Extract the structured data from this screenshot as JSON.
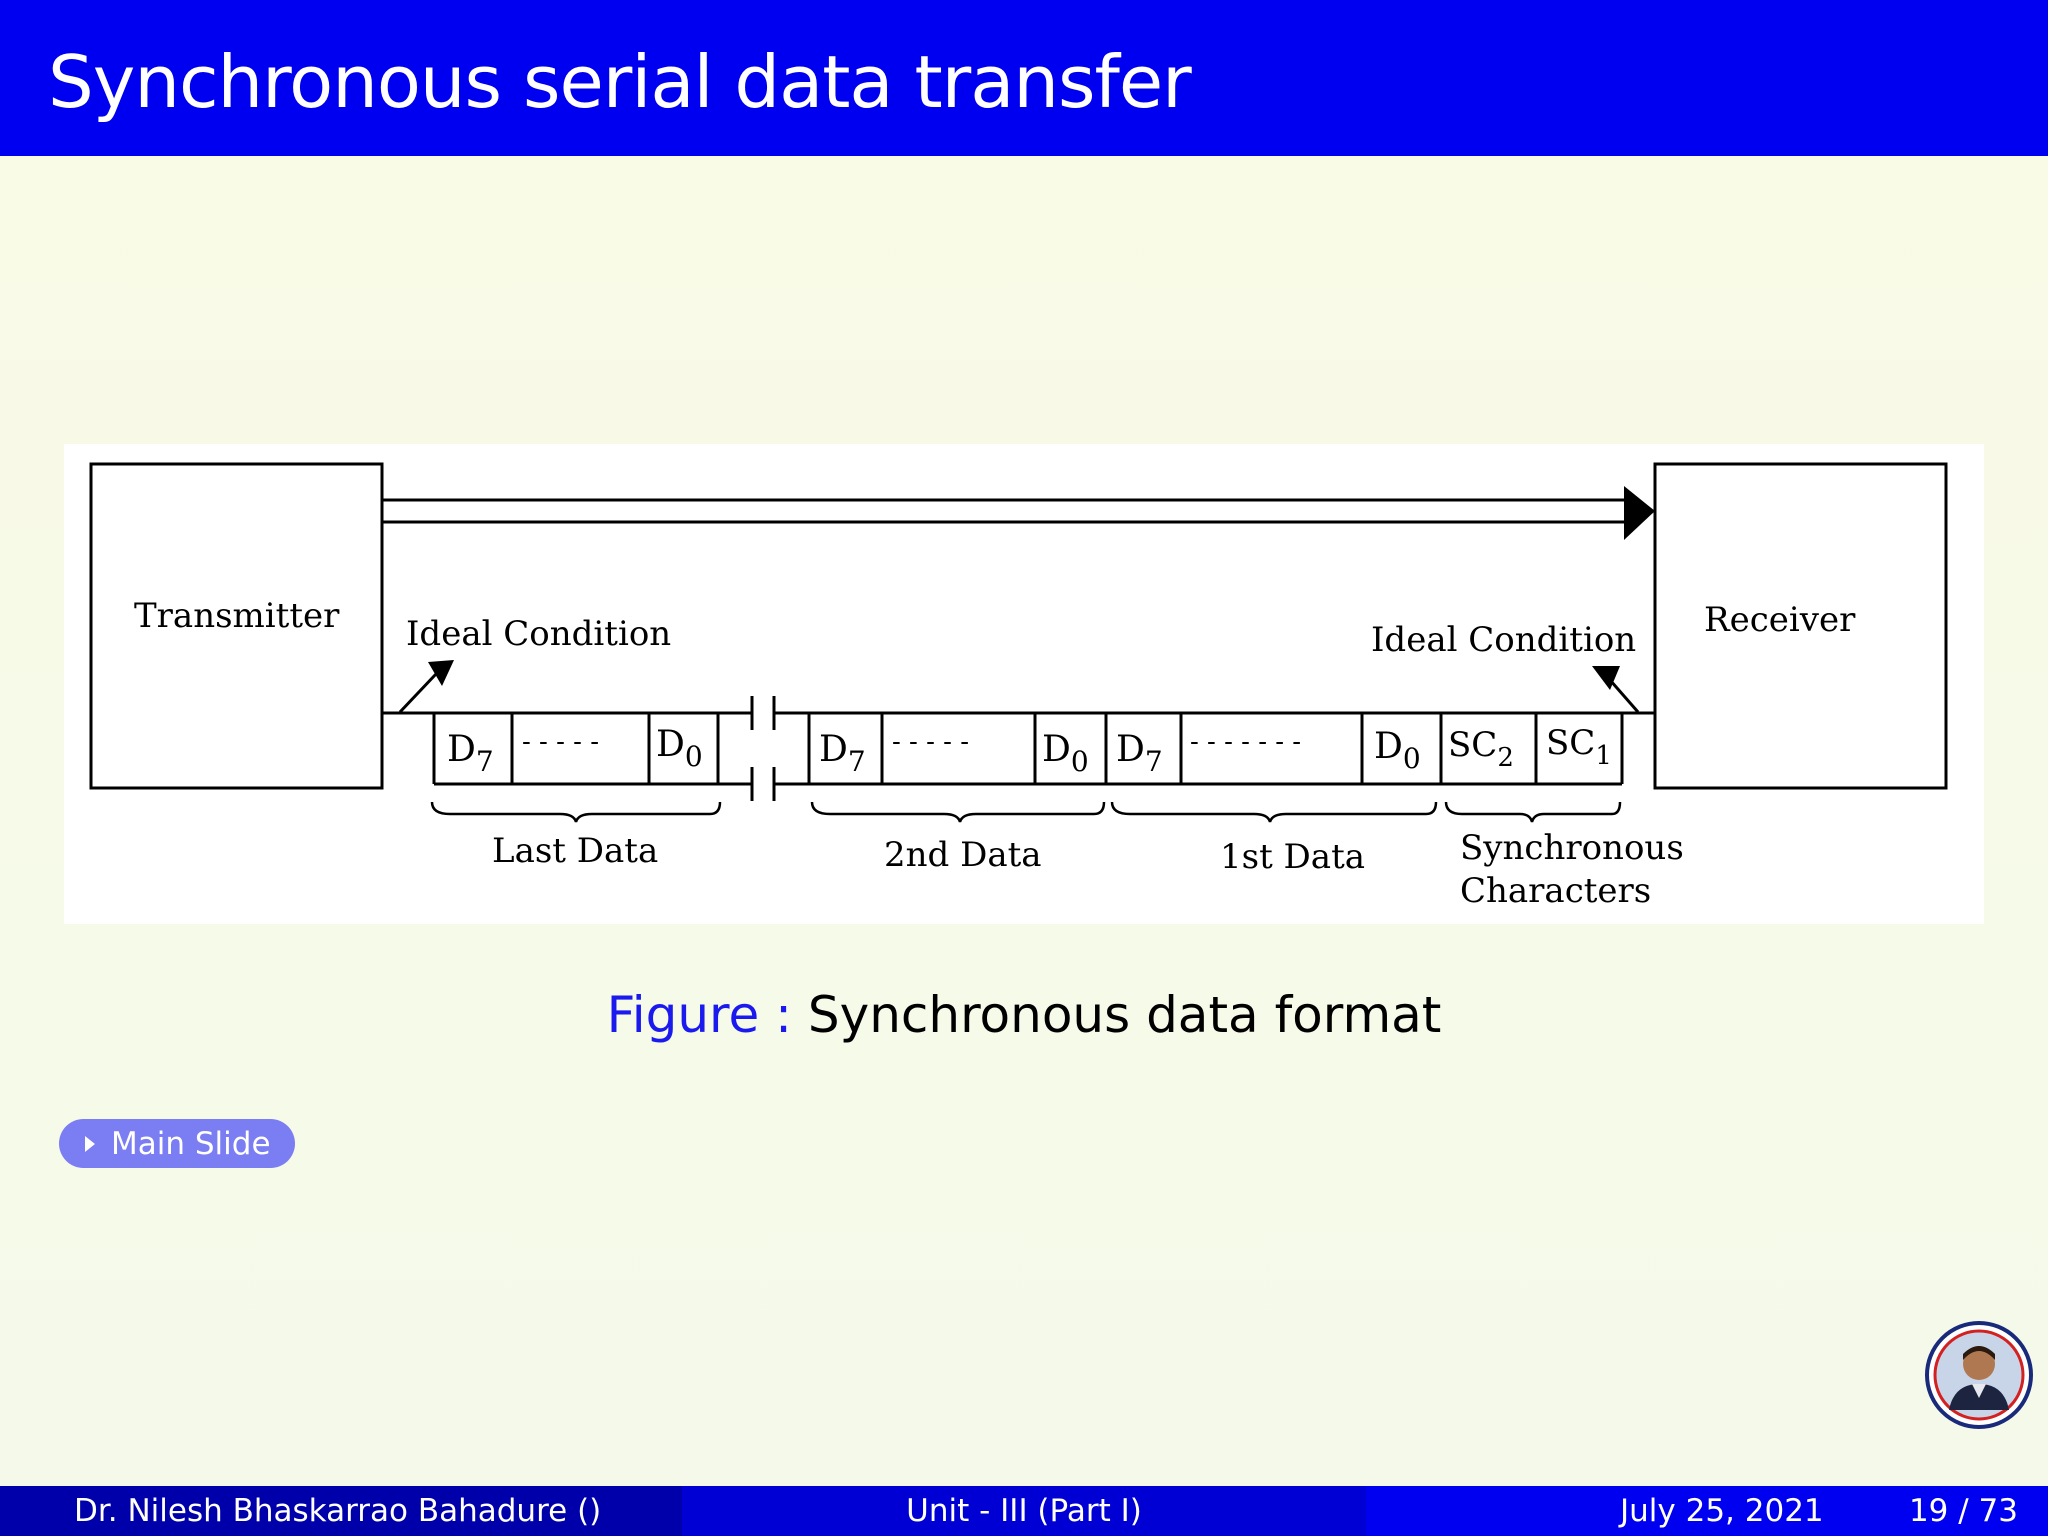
{
  "title": "Synchronous serial data transfer",
  "figure": {
    "transmitter": "Transmitter",
    "receiver": "Receiver",
    "ideal_left": "Ideal Condition",
    "ideal_right": "Ideal Condition",
    "bits": {
      "d": "D",
      "sub7": "7",
      "sub0": "0",
      "sc": "SC",
      "sub2": "2",
      "sub1": "1",
      "dots_short": "- - - - -",
      "dots_long": "- - - - - - -"
    },
    "groups": {
      "last": "Last Data",
      "second": "2nd Data",
      "first": "1st Data",
      "sync_line1": "Synchronous",
      "sync_line2": "Characters"
    }
  },
  "caption": {
    "prefix": "Figure :",
    "text": "Synchronous data format"
  },
  "main_button": "Main Slide",
  "footer": {
    "author": "Dr. Nilesh Bhaskarrao Bahadure  ()",
    "unit": "Unit - III (Part I)",
    "date": "July 25, 2021",
    "page": "19 / 73"
  },
  "colors": {
    "title_bar": "#0000f0",
    "accent_blue": "#1a1aee",
    "button": "#7b7df2",
    "footer_left": "#0000aa",
    "footer_mid": "#0000d4",
    "footer_right": "#0000f0"
  },
  "icons": {
    "logo": "author-logo-icon",
    "button": "triangle-right-icon"
  }
}
